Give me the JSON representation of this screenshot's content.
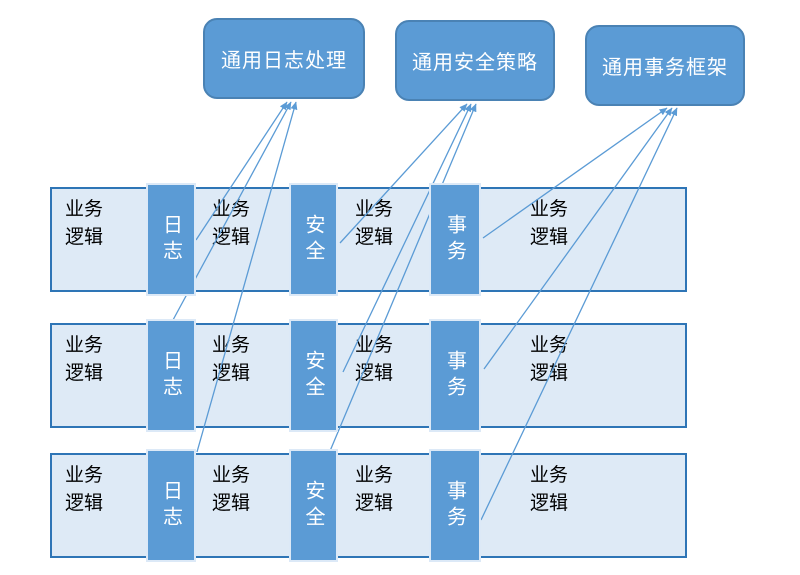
{
  "diagram": {
    "top_boxes": [
      {
        "id": "logging",
        "label": "通用日志处理"
      },
      {
        "id": "security",
        "label": "通用安全策略"
      },
      {
        "id": "transaction",
        "label": "通用事务框架"
      }
    ],
    "rows": [
      {
        "cells": [
          "业务逻辑",
          "业务逻辑",
          "业务逻辑",
          "业务逻辑"
        ],
        "segments": [
          "日志",
          "安全",
          "事务"
        ]
      },
      {
        "cells": [
          "业务逻辑",
          "业务逻辑",
          "业务逻辑",
          "业务逻辑"
        ],
        "segments": [
          "日志",
          "安全",
          "事务"
        ]
      },
      {
        "cells": [
          "业务逻辑",
          "业务逻辑",
          "业务逻辑",
          "业务逻辑"
        ],
        "segments": [
          "日志",
          "安全",
          "事务"
        ]
      }
    ],
    "colors": {
      "accent_fill": "#5b9bd5",
      "box_border": "#4a82b4",
      "bar_fill": "#deeaf6",
      "bar_border": "#2e75b6",
      "segment_border": "#dce9f7",
      "arrow": "#5b9bd5",
      "text_dark": "#000000",
      "text_light": "#ffffff"
    }
  }
}
